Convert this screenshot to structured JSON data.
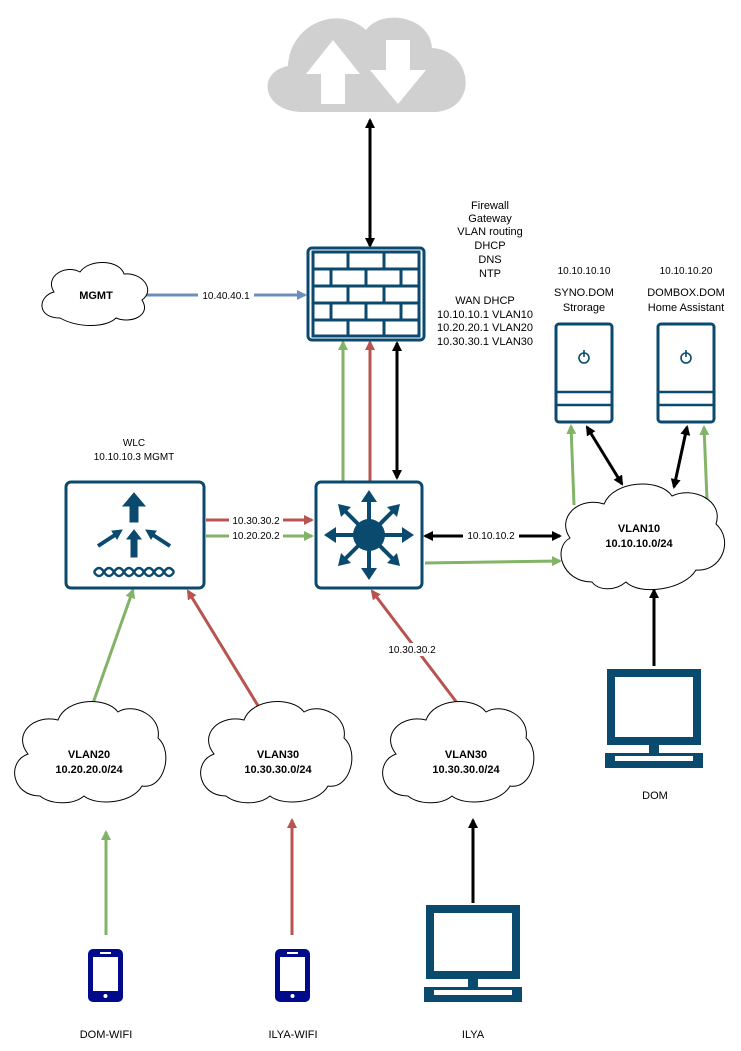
{
  "internet": {},
  "firewall": {
    "roles": [
      "Firewall",
      "Gateway",
      "VLAN routing",
      "DHCP",
      "DNS",
      "NTP"
    ],
    "wan": [
      "WAN DHCP",
      "10.10.10.1 VLAN10",
      "10.20.20.1 VLAN20",
      "10.30.30.1 VLAN30"
    ]
  },
  "mgmt": {
    "label": "MGMT",
    "link_ip": "10.40.40.1"
  },
  "wlc": {
    "title": "WLC",
    "ip": "10.10.10.3 MGMT"
  },
  "wlc_links": {
    "red": "10.30.30.2",
    "green": "10.20.20.2"
  },
  "switch_links": {
    "vlan10": "10.10.10.2",
    "ilya_vlan30": "10.30.30.2"
  },
  "servers": {
    "syno": {
      "ip": "10.10.10.10",
      "name": "SYNO.DOM",
      "role": "Strorage"
    },
    "dombox": {
      "ip": "10.10.10.20",
      "name": "DOMBOX.DOM",
      "role": "Home Assistant"
    }
  },
  "clouds": {
    "vlan10": {
      "name": "VLAN10",
      "subnet": "10.10.10.0/24"
    },
    "vlan20": {
      "name": "VLAN20",
      "subnet": "10.20.20.0/24"
    },
    "vlan30a": {
      "name": "VLAN30",
      "subnet": "10.30.30.0/24"
    },
    "vlan30b": {
      "name": "VLAN30",
      "subnet": "10.30.30.0/24"
    }
  },
  "endpoints": {
    "dom": "DOM",
    "dom_wifi": "DOM-WIFI",
    "ilya_wifi": "ILYA-WIFI",
    "ilya": "ILYA"
  },
  "colors": {
    "green_link": "#82b366",
    "red_link": "#b85450",
    "mgmt_link": "#6c8ebf",
    "device": "#0b4a6f",
    "internet_cloud": "#d0d0d0"
  }
}
